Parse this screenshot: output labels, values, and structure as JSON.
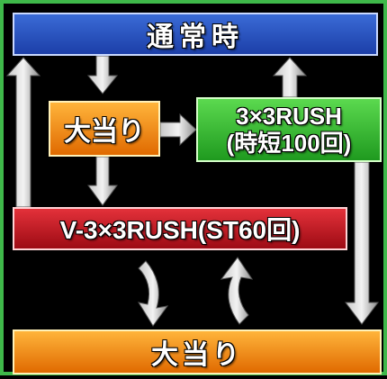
{
  "nodes": {
    "normal": "通常時",
    "jackpot_top": "大当り",
    "rush_line1": "3×3RUSH",
    "rush_line2": "(時短100回)",
    "v_rush": "V-3×3RUSH(ST60回)",
    "jackpot_bottom": "大当り"
  },
  "colors": {
    "border": "#3fb84a",
    "normal": "#2a55c4",
    "jackpot": "#f08a10",
    "rush": "#34b234",
    "v_rush": "#c0141e",
    "arrow": "#9a9a9a"
  }
}
